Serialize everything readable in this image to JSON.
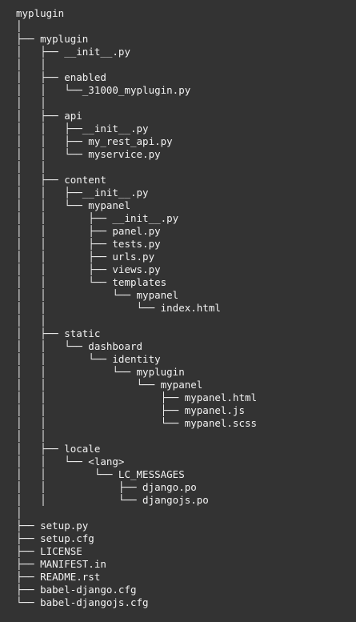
{
  "tree": {
    "lines": [
      "myplugin",
      "│",
      "├── myplugin",
      "│   ├── __init__.py",
      "│   │",
      "│   ├── enabled",
      "│   │   └──_31000_myplugin.py",
      "│   │",
      "│   ├── api",
      "│   │   ├──__init__.py",
      "│   │   ├── my_rest_api.py",
      "│   │   └── myservice.py",
      "│   │",
      "│   ├── content",
      "│   │   ├──__init__.py",
      "│   │   └── mypanel",
      "│   │       ├── __init__.py",
      "│   │       ├── panel.py",
      "│   │       ├── tests.py",
      "│   │       ├── urls.py",
      "│   │       ├── views.py",
      "│   │       └── templates",
      "│   │           └── mypanel",
      "│   │               └── index.html",
      "│   │",
      "│   ├── static",
      "│   │   └── dashboard",
      "│   │       └── identity",
      "│   │           └── myplugin",
      "│   │               └── mypanel",
      "│   │                   ├── mypanel.html",
      "│   │                   ├── mypanel.js",
      "│   │                   └── mypanel.scss",
      "│   │",
      "│   ├── locale",
      "│   │   └── <lang>",
      "│   │        └── LC_MESSAGES",
      "│   │            ├── django.po",
      "│   │            └── djangojs.po",
      "│",
      "├── setup.py",
      "├── setup.cfg",
      "├── LICENSE",
      "├── MANIFEST.in",
      "├── README.rst",
      "├── babel-django.cfg",
      "└── babel-djangojs.cfg"
    ]
  }
}
